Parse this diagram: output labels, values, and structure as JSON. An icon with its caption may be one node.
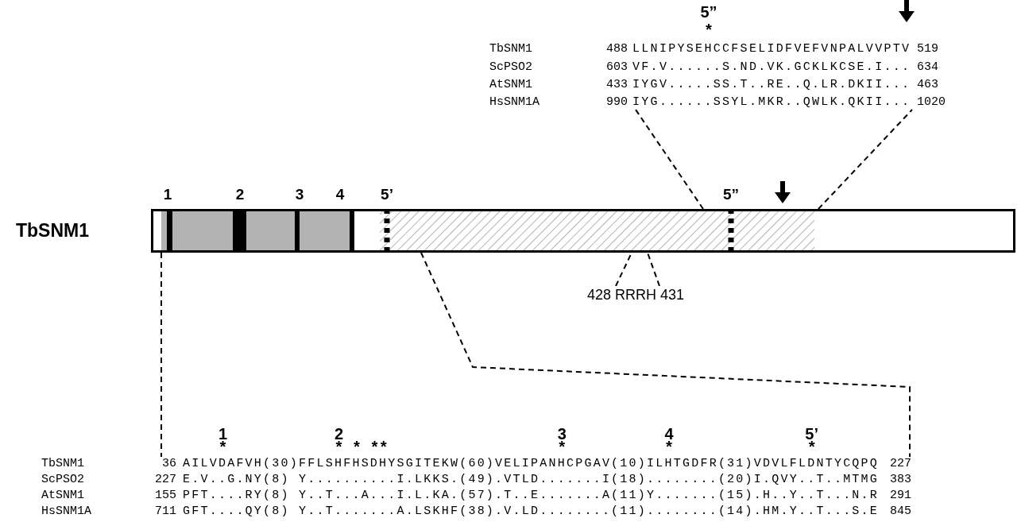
{
  "diagram": {
    "nodes": [
      {
        "text": [],
        "shape": "bar",
        "beside": [
          "TbSNM1",
          "1",
          "2",
          "3",
          "4",
          "5’",
          "5”"
        ]
      },
      {
        "text": [
          "TbSNM1",
          "488",
          "LLNIPYSEHCCFSELIDFVEFVNPALVVPTV",
          "519"
        ]
      },
      {
        "text": [
          "ScPSO2",
          "603",
          "VF.V......S.ND.VK.GCKLKCSE.I...",
          "634"
        ]
      },
      {
        "text": [
          "AtSNM1",
          "433",
          "IYGV.....SS.T..RE..Q.LR.DKII...",
          "463"
        ]
      },
      {
        "text": [
          "HsSNM1A",
          "990",
          "IYG......SSYL.MKR..QWLK.QKII...",
          "1020"
        ]
      },
      {
        "text": [
          "TbSNM1",
          "36",
          "AILVDAFVH(30)FFLSHFHSDHYSGITEKW(60)VELIPANHCPGAV(10)ILHTGDFR(31)VDVLFLDNTYCQPQ",
          "227"
        ]
      },
      {
        "text": [
          "ScPSO2",
          "227",
          "E.V..G.NY(8) Y..........I.LKKS.(49).VTLD.......I(18)........(20)I.QVY..T..MTMG",
          "383"
        ]
      },
      {
        "text": [
          "AtSNM1",
          "155",
          "PFT....RY(8) Y..T...A...I.L.KA.(57).T..E.......A(11)Y.......(15).H..Y..T...N.R",
          "291"
        ]
      },
      {
        "text": [
          "HsSNM1A",
          "711",
          "GFT....QY(8) Y..T.......A.LSKHF(38).V.LD........(11)........(14).HM.Y..T...S.E",
          "845"
        ]
      },
      {
        "text": [
          "428 RRRH 431"
        ]
      },
      {
        "text": [],
        "shape": "arrow"
      },
      {
        "text": [],
        "shape": "arrow"
      }
    ],
    "edges": [
      {
        "from": 0,
        "to": 4,
        "arrow": "none",
        "style": "dashed"
      },
      {
        "from": 0,
        "to": 4,
        "arrow": "none",
        "style": "dashed"
      },
      {
        "from": 0,
        "to": 5,
        "arrow": "none",
        "style": "dashed"
      },
      {
        "from": 0,
        "to": 5,
        "arrow": "none",
        "style": "dashed"
      },
      {
        "from": 9,
        "to": 0,
        "arrow": "none",
        "style": "dashed"
      },
      {
        "from": 9,
        "to": 0,
        "arrow": "none",
        "style": "dashed"
      }
    ],
    "labels": [
      "5”",
      "*",
      "1",
      "2",
      "3",
      "4",
      "5’",
      "*",
      "*",
      "*",
      "*",
      "*",
      "*",
      "*",
      "*"
    ]
  }
}
